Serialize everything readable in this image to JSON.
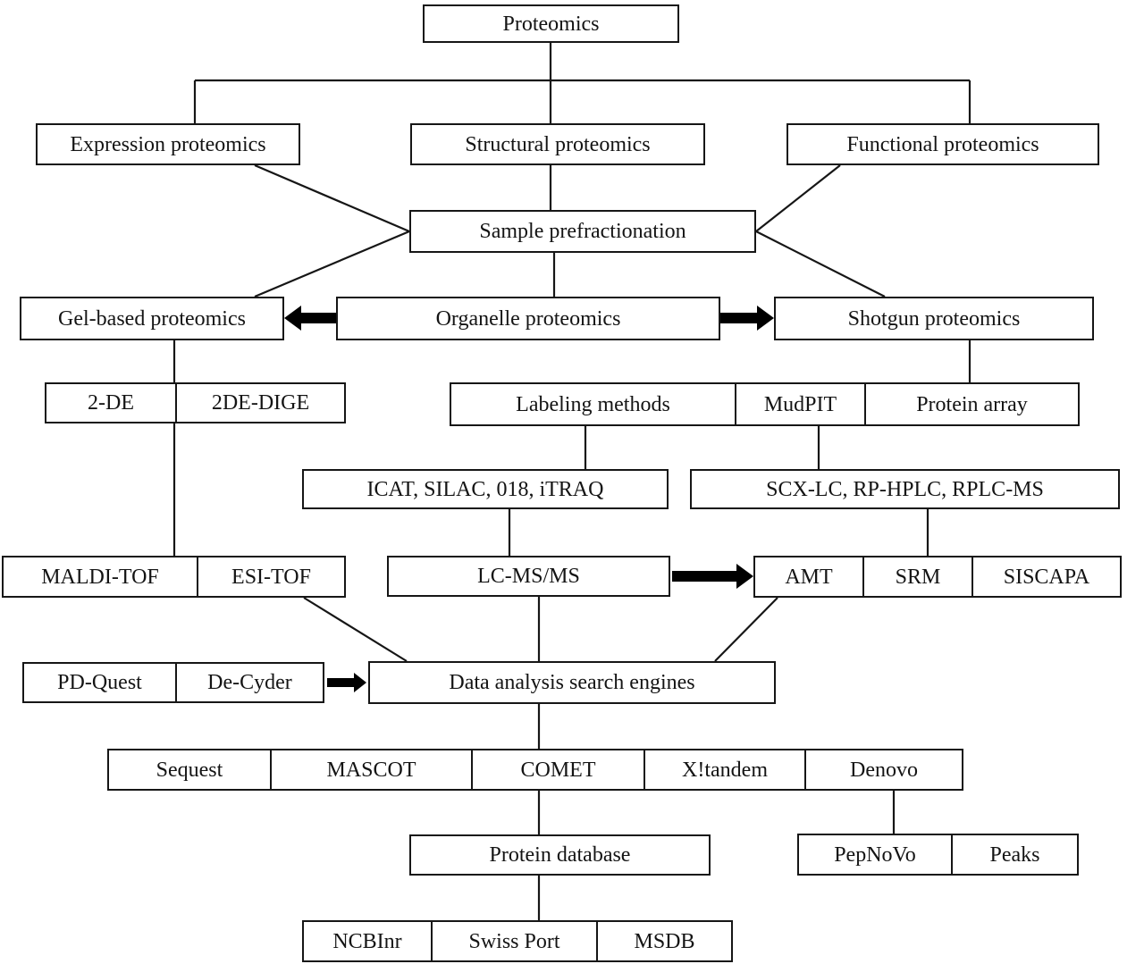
{
  "figure": {
    "kind": "flowchart",
    "topic": "Proteomics workflow"
  },
  "colors": {
    "background": "#ffffff",
    "line": "#161616",
    "box_fill": "#ffffff",
    "text": "#141414",
    "thick_arrow": "#000000"
  },
  "nodes": {
    "proteomics": {
      "label": "Proteomics"
    },
    "expression": {
      "label": "Expression proteomics"
    },
    "structural": {
      "label": "Structural proteomics"
    },
    "functional": {
      "label": "Functional proteomics"
    },
    "sample_prefractionation": {
      "label": "Sample prefractionation"
    },
    "gel_based": {
      "label": "Gel-based proteomics"
    },
    "organelle": {
      "label": "Organelle proteomics"
    },
    "shotgun": {
      "label": "Shotgun proteomics"
    },
    "gel_methods": {
      "cells": [
        "2-DE",
        "2DE-DIGE"
      ]
    },
    "shotgun_methods": {
      "cells": [
        "Labeling methods",
        "MudPIT",
        "Protein array"
      ]
    },
    "labeling_reagents": {
      "label": "ICAT, SILAC, 018, iTRAQ"
    },
    "separation_methods": {
      "label": "SCX-LC, RP-HPLC, RPLC-MS"
    },
    "ms_instruments": {
      "cells": [
        "MALDI-TOF",
        "ESI-TOF"
      ]
    },
    "lc_ms_ms": {
      "label": "LC-MS/MS"
    },
    "targeted_methods": {
      "cells": [
        "AMT",
        "SRM",
        "SISCAPA"
      ]
    },
    "gel_analysis_tools": {
      "cells": [
        "PD-Quest",
        "De-Cyder"
      ]
    },
    "data_analysis": {
      "label": "Data analysis search engines"
    },
    "search_engines": {
      "cells": [
        "Sequest",
        "MASCOT",
        "COMET",
        "X!tandem",
        "Denovo"
      ]
    },
    "protein_database": {
      "label": "Protein database"
    },
    "denovo_tools": {
      "cells": [
        "PepNoVo",
        "Peaks"
      ]
    },
    "databases": {
      "cells": [
        "NCBInr",
        "Swiss Port",
        "MSDB"
      ]
    }
  }
}
